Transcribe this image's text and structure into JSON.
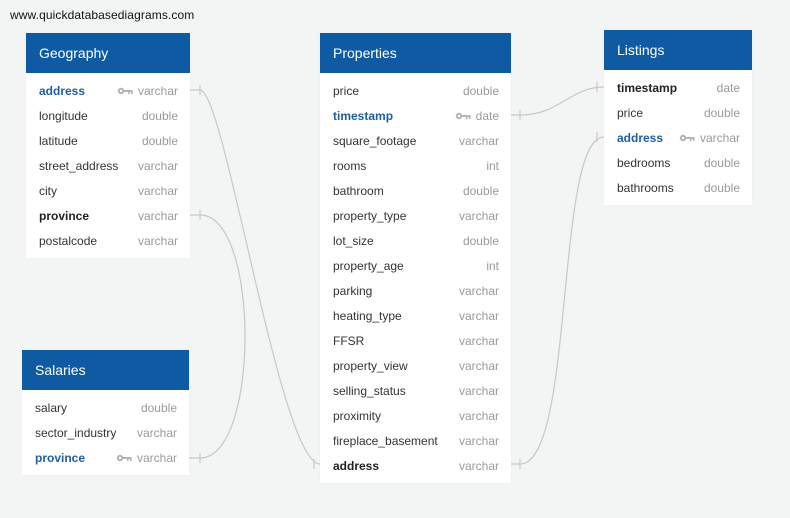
{
  "watermark": "www.quickdatabasediagrams.com",
  "colors": {
    "header": "#0e5ba3",
    "pk_text": "#1c5fa6",
    "type_text": "#9a9a9a",
    "connector": "#c8c8c8"
  },
  "tables": {
    "geography": {
      "title": "Geography",
      "fields": [
        {
          "name": "address",
          "type": "varchar",
          "pk": true,
          "bold": false
        },
        {
          "name": "longitude",
          "type": "double",
          "pk": false,
          "bold": false
        },
        {
          "name": "latitude",
          "type": "double",
          "pk": false,
          "bold": false
        },
        {
          "name": "street_address",
          "type": "varchar",
          "pk": false,
          "bold": false
        },
        {
          "name": "city",
          "type": "varchar",
          "pk": false,
          "bold": false
        },
        {
          "name": "province",
          "type": "varchar",
          "pk": false,
          "bold": true
        },
        {
          "name": "postalcode",
          "type": "varchar",
          "pk": false,
          "bold": false
        }
      ]
    },
    "salaries": {
      "title": "Salaries",
      "fields": [
        {
          "name": "salary",
          "type": "double",
          "pk": false,
          "bold": false
        },
        {
          "name": "sector_industry",
          "type": "varchar",
          "pk": false,
          "bold": false
        },
        {
          "name": "province",
          "type": "varchar",
          "pk": true,
          "bold": false
        }
      ]
    },
    "properties": {
      "title": "Properties",
      "fields": [
        {
          "name": "price",
          "type": "double",
          "pk": false,
          "bold": false
        },
        {
          "name": "timestamp",
          "type": "date",
          "pk": true,
          "bold": false
        },
        {
          "name": "square_footage",
          "type": "varchar",
          "pk": false,
          "bold": false
        },
        {
          "name": "rooms",
          "type": "int",
          "pk": false,
          "bold": false
        },
        {
          "name": "bathroom",
          "type": "double",
          "pk": false,
          "bold": false
        },
        {
          "name": "property_type",
          "type": "varchar",
          "pk": false,
          "bold": false
        },
        {
          "name": "lot_size",
          "type": "double",
          "pk": false,
          "bold": false
        },
        {
          "name": "property_age",
          "type": "int",
          "pk": false,
          "bold": false
        },
        {
          "name": "parking",
          "type": "varchar",
          "pk": false,
          "bold": false
        },
        {
          "name": "heating_type",
          "type": "varchar",
          "pk": false,
          "bold": false
        },
        {
          "name": "FFSR",
          "type": "varchar",
          "pk": false,
          "bold": false
        },
        {
          "name": "property_view",
          "type": "varchar",
          "pk": false,
          "bold": false
        },
        {
          "name": "selling_status",
          "type": "varchar",
          "pk": false,
          "bold": false
        },
        {
          "name": "proximity",
          "type": "varchar",
          "pk": false,
          "bold": false
        },
        {
          "name": "fireplace_basement",
          "type": "varchar",
          "pk": false,
          "bold": false
        },
        {
          "name": "address",
          "type": "varchar",
          "pk": false,
          "bold": true
        }
      ]
    },
    "listings": {
      "title": "Listings",
      "fields": [
        {
          "name": "timestamp",
          "type": "date",
          "pk": false,
          "bold": true
        },
        {
          "name": "price",
          "type": "double",
          "pk": false,
          "bold": false
        },
        {
          "name": "address",
          "type": "varchar",
          "pk": true,
          "bold": false
        },
        {
          "name": "bedrooms",
          "type": "double",
          "pk": false,
          "bold": false
        },
        {
          "name": "bathrooms",
          "type": "double",
          "pk": false,
          "bold": false
        }
      ]
    }
  },
  "relations": [
    {
      "from": "geography.address",
      "to": "properties.address"
    },
    {
      "from": "geography.province",
      "to": "salaries.province"
    },
    {
      "from": "properties.timestamp",
      "to": "listings.timestamp"
    },
    {
      "from": "properties.address",
      "to": "listings.address"
    }
  ]
}
